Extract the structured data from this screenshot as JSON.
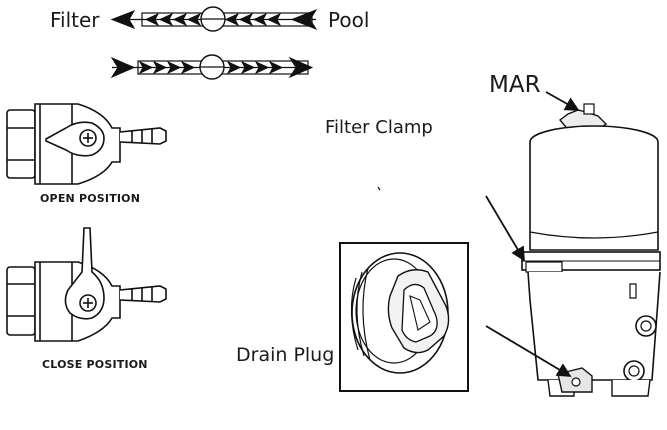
{
  "flow": {
    "left_label": "Filter",
    "right_label": "Pool"
  },
  "valve": {
    "open_label": "OPEN POSITION",
    "close_label": "CLOSE POSITION"
  },
  "callouts": {
    "mar": "MAR",
    "filter_clamp": "Filter Clamp",
    "drain_plug": "Drain Plug"
  },
  "colors": {
    "line": "#111111",
    "fill": "#ffffff",
    "shade": "#d9d9d9"
  }
}
